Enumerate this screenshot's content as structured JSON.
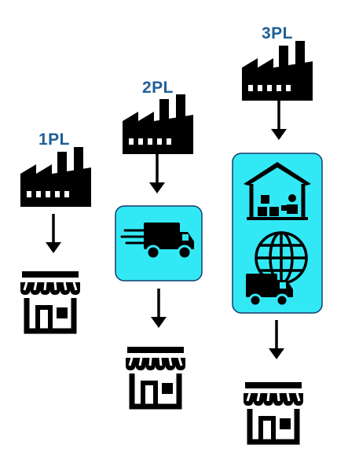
{
  "colors": {
    "title": "#1f5f97",
    "icon": "#000000",
    "highlight_fill": "#33e8f5",
    "highlight_border": "#123c6a",
    "background": "#ffffff"
  },
  "columns": [
    {
      "label": "1PL",
      "icons": [
        "factory-icon",
        "arrow-down-icon",
        "store-icon"
      ]
    },
    {
      "label": "2PL",
      "icons": [
        "factory-icon",
        "arrow-down-icon",
        "delivery-truck-icon",
        "arrow-down-icon",
        "store-icon"
      ]
    },
    {
      "label": "3PL",
      "icons": [
        "factory-icon",
        "arrow-down-icon",
        "warehouse-icon",
        "globe-icon",
        "delivery-van-icon",
        "arrow-down-icon",
        "store-icon"
      ]
    }
  ]
}
